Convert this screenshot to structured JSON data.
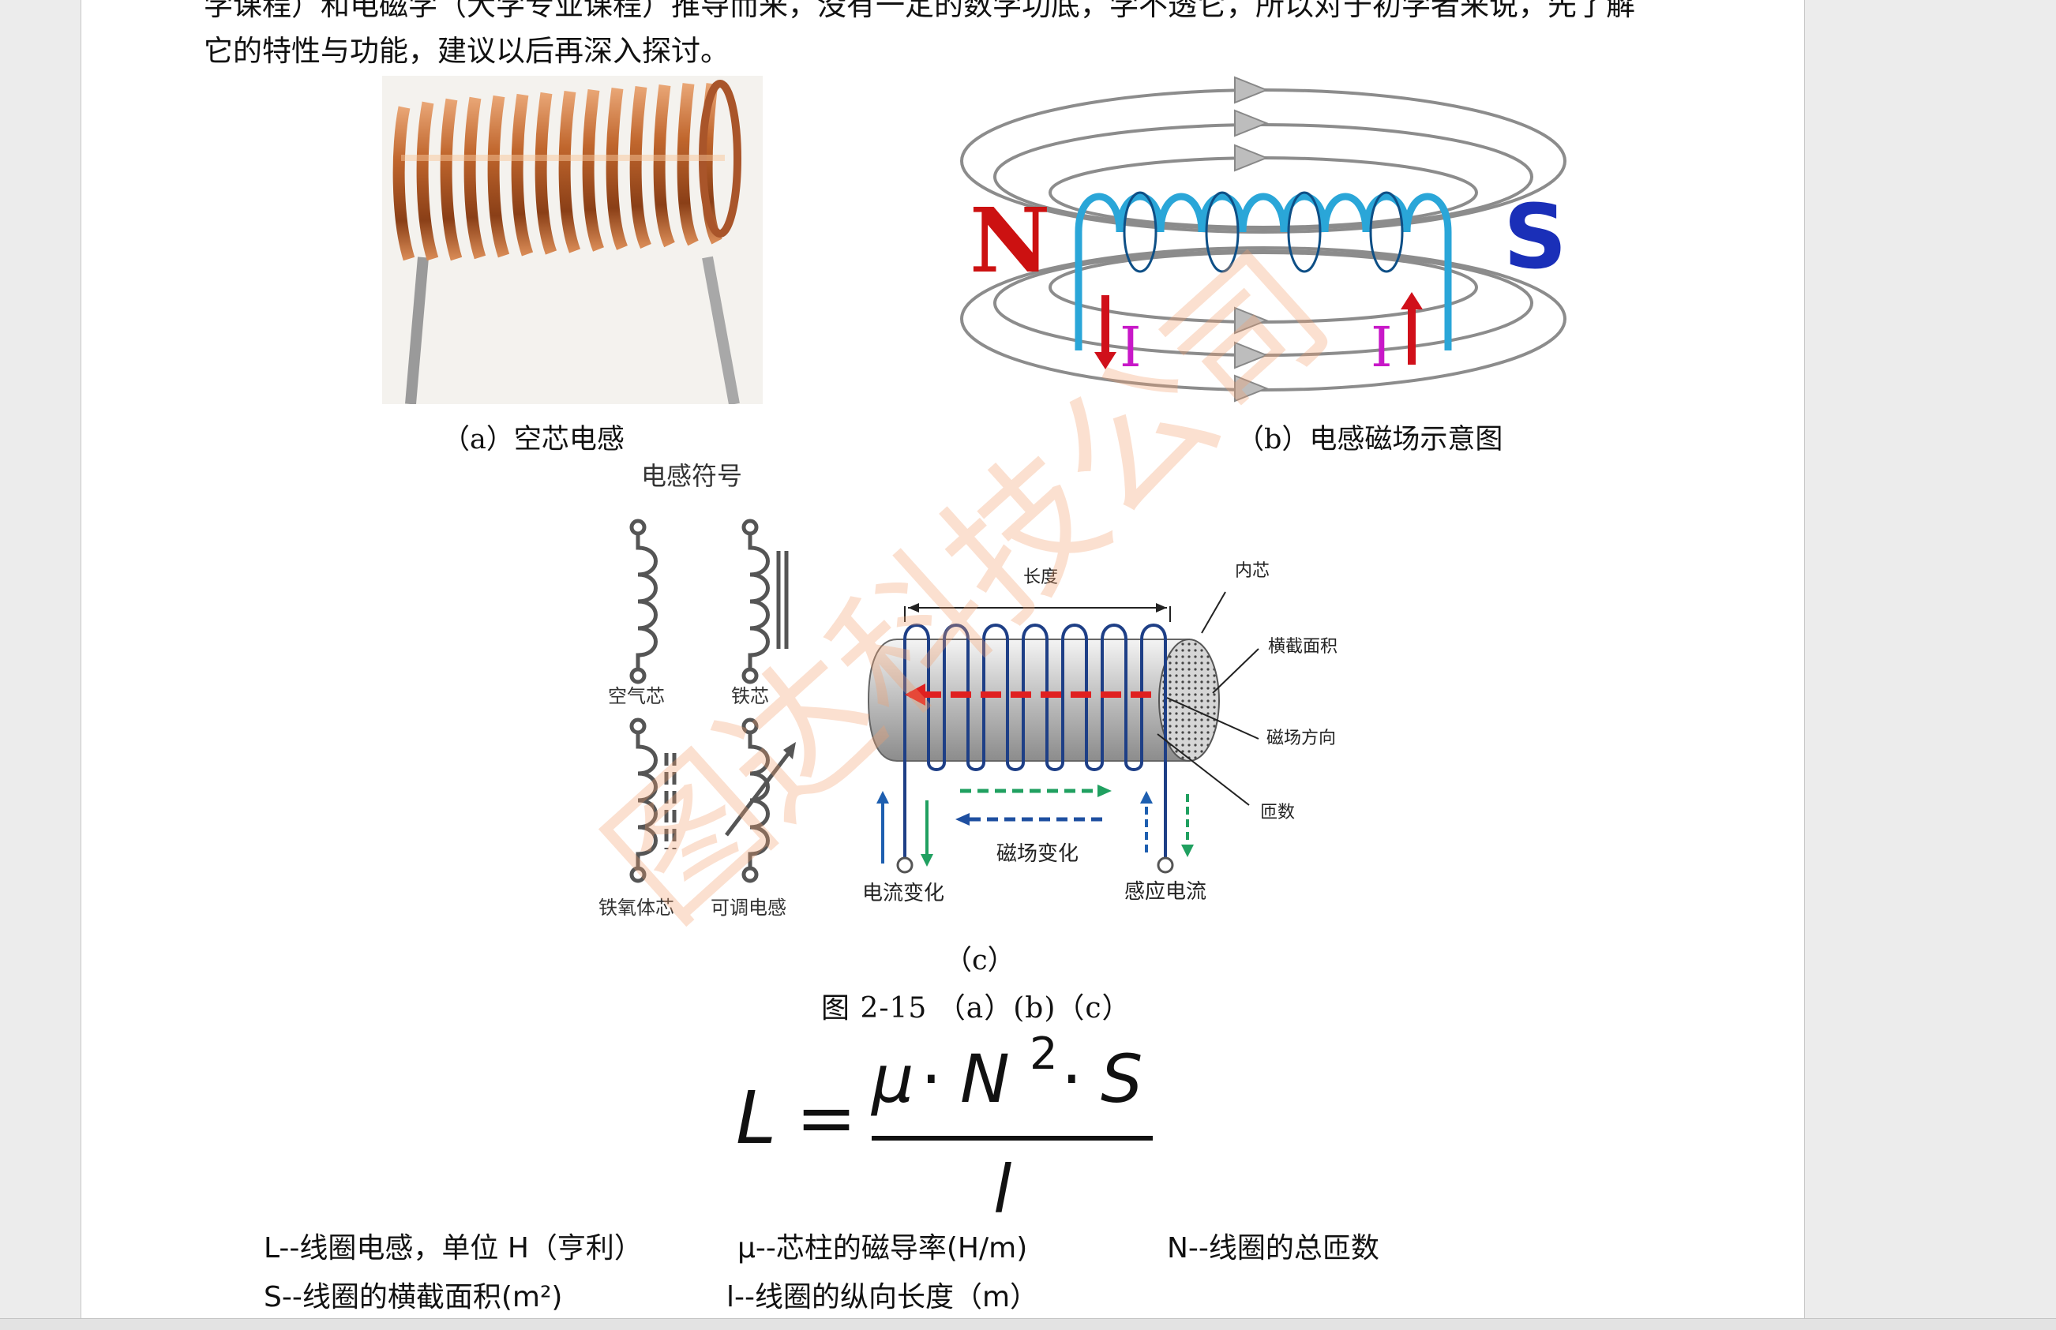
{
  "document": {
    "paragraph_line1": "学课程）和电磁学（大学专业课程）推导而来，没有一定的数学功底，学不透它，所以对于初学者来说，先了解",
    "paragraph_line2": "它的特性与功能，建议以后再深入探讨。"
  },
  "figures": {
    "caption_a": "（a）空芯电感",
    "caption_b": "（b）电感磁场示意图",
    "caption_c": "（c）",
    "figure_title": "图 2-15 （a）(b)（c）",
    "magnet": {
      "north": "N",
      "south": "S",
      "current": "I"
    },
    "symbols": {
      "heading": "电感符号",
      "air_core": "空气芯",
      "iron_core": "铁芯",
      "ferrite_core": "铁氧体芯",
      "adjustable": "可调电感"
    },
    "solenoid": {
      "length": "长度",
      "inner_core": "内芯",
      "cross_section": "横截面积",
      "field_direction": "磁场方向",
      "turns": "匝数",
      "field_change": "磁场变化",
      "current_change": "电流变化",
      "induced_current": "感应电流"
    }
  },
  "formula": {
    "lhs": "L",
    "eq": "=",
    "mu": "μ",
    "dot": "·",
    "N": "N",
    "exp": "2",
    "S": "S",
    "denom": "l"
  },
  "definitions": {
    "L_def": "L--线圈电感，单位 H（亨利）",
    "mu_def": "μ--芯柱的磁导率(H/m)",
    "N_def": "N--线圈的总匝数",
    "S_def": "S--线圈的横截面积(m²)",
    "l_def": "l--线圈的纵向长度（m）"
  },
  "watermark": "图达科技公司",
  "colors": {
    "copper": "#b8622a",
    "coil_blue": "#2aa6d8",
    "north_red": "#cc1111",
    "south_blue": "#1a2fb8",
    "watermark": "#f4a06e"
  }
}
